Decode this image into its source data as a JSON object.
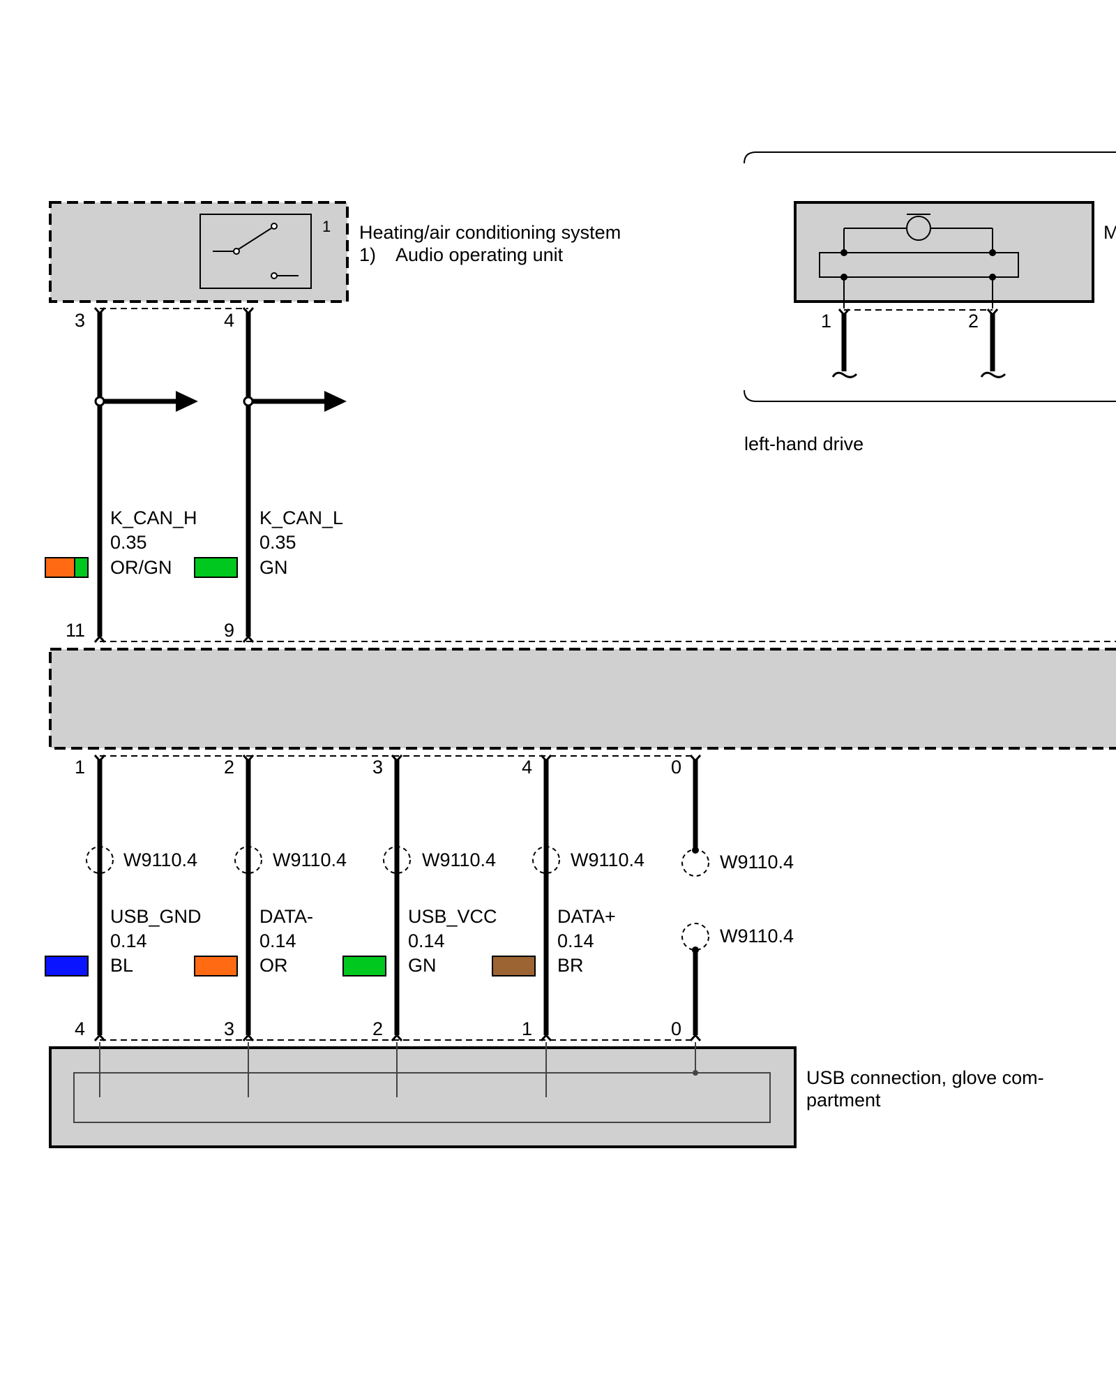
{
  "heating_unit": {
    "title": "Heating/air conditioning system",
    "note_marker": "1)",
    "note_text": "Audio operating unit",
    "internal_index": "1",
    "pins": [
      "3",
      "4"
    ]
  },
  "microphone_unit": {
    "label_partial": "M",
    "pins": [
      "1",
      "2"
    ],
    "variant_note": "left-hand drive"
  },
  "can_wires": [
    {
      "signal": "K_CAN_H",
      "size": "0.35",
      "color_code": "OR/GN",
      "colors": [
        "#ff6a13",
        "#00c81e"
      ],
      "top_pin": "3",
      "bottom_pin": "11"
    },
    {
      "signal": "K_CAN_L",
      "size": "0.35",
      "color_code": "GN",
      "colors": [
        "#00c81e"
      ],
      "top_pin": "4",
      "bottom_pin": "9"
    }
  ],
  "center_unit": {
    "bottom_pins": [
      "1",
      "2",
      "3",
      "4",
      "0"
    ]
  },
  "usb_wires": [
    {
      "connector": "W9110.4",
      "signal": "USB_GND",
      "size": "0.14",
      "color_code": "BL",
      "color": "#0a14ff",
      "usb_pin": "4"
    },
    {
      "connector": "W9110.4",
      "signal": "DATA-",
      "size": "0.14",
      "color_code": "OR",
      "color": "#ff6a13",
      "usb_pin": "3"
    },
    {
      "connector": "W9110.4",
      "signal": "USB_VCC",
      "size": "0.14",
      "color_code": "GN",
      "color": "#00c81e",
      "usb_pin": "2"
    },
    {
      "connector": "W9110.4",
      "signal": "DATA+",
      "size": "0.14",
      "color_code": "BR",
      "color": "#9c6432",
      "usb_pin": "1"
    }
  ],
  "shield_wire": {
    "connector_top": "W9110.4",
    "connector_bottom": "W9110.4",
    "usb_pin": "0"
  },
  "usb_connection": {
    "title_line1": "USB connection, glove com-",
    "title_line2": "partment"
  },
  "colors": {
    "component_fill": "#d0d0d0",
    "line": "#000000"
  }
}
